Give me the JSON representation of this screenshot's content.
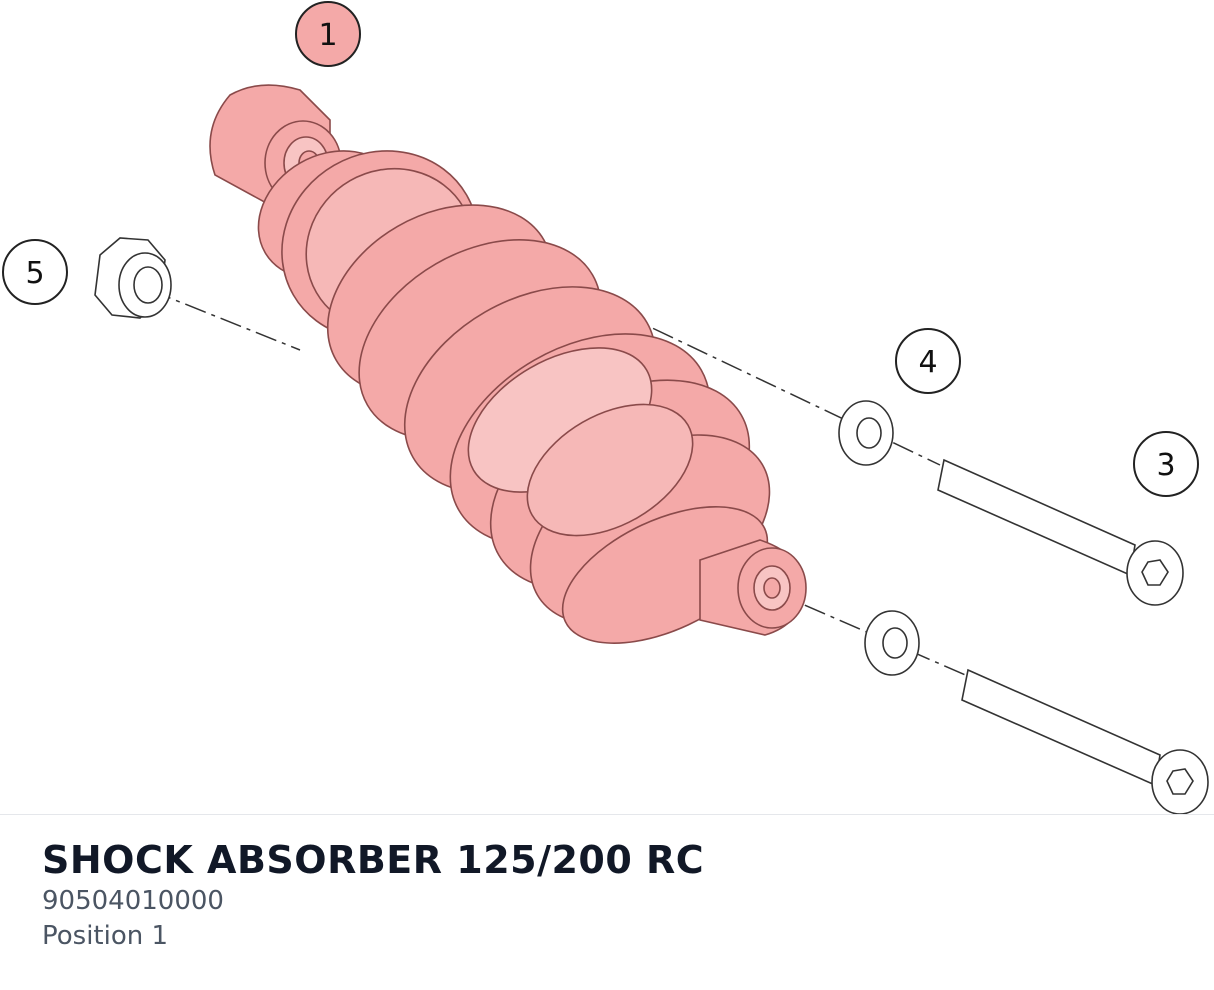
{
  "diagram": {
    "callouts": [
      {
        "label": "1",
        "highlighted": true
      },
      {
        "label": "3",
        "highlighted": false
      },
      {
        "label": "4",
        "highlighted": false
      },
      {
        "label": "5",
        "highlighted": false
      }
    ],
    "highlight_color": "#f4a9a8"
  },
  "part": {
    "name": "SHOCK ABSORBER 125/200 RC",
    "number": "90504010000",
    "position": "Position 1"
  }
}
